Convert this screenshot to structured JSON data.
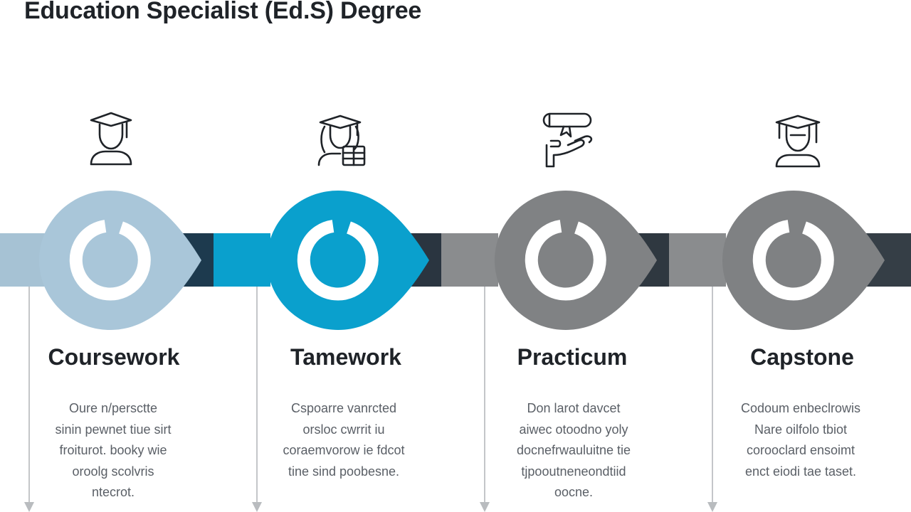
{
  "title": "Education Specialist (Ed.S) Degree",
  "colors": {
    "band_left": "#a6c2d4",
    "band_mid": "#0aa0cd",
    "band_gray": "#808284",
    "band_dark": "#3b444c",
    "connector": "#c4c6c9",
    "ring": "#ffffff"
  },
  "steps": [
    {
      "title": "Coursework",
      "icon": "graduate-student-icon",
      "color": "#a9c6d9",
      "description": [
        "Oure n/persctte",
        "sinin pewnet tiue sirt",
        "froiturot. booky wie",
        "oroolg scolvris",
        "ntecrot."
      ]
    },
    {
      "title": "Tamework",
      "icon": "graduate-with-books-icon",
      "color": "#0aa0cd",
      "description": [
        "Cspoarre vanrcted",
        "orsloc cwrrit iu",
        "coraemvorow ie fdcot",
        "tine sind poobesne."
      ]
    },
    {
      "title": "Practicum",
      "icon": "diploma-hand-icon",
      "color": "#808284",
      "description": [
        "Don larot davcet",
        "aiwec otoodno yoly",
        "docnefrwauluitne tie",
        "tjpooutneneondtiid",
        "oocne."
      ]
    },
    {
      "title": "Capstone",
      "icon": "graduate-cap-icon",
      "color": "#7f8183",
      "description": [
        "Codoum enbeclrowis",
        "Nare oilfolo tbiot",
        "corooclard ensoimt",
        "enct eiodi tae taset."
      ]
    }
  ]
}
